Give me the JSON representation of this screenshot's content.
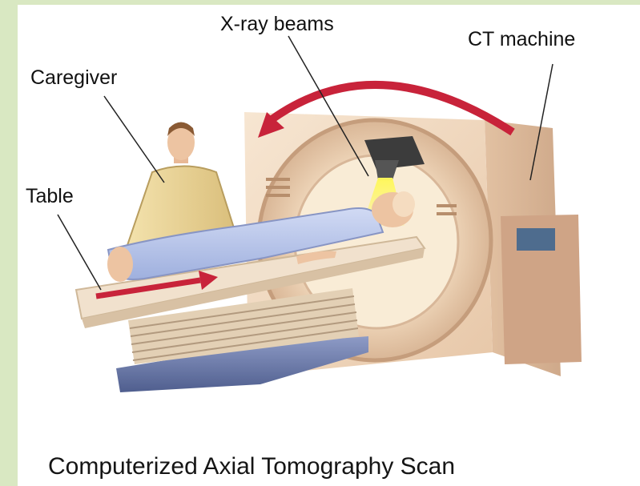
{
  "labels": {
    "xray_beams": "X-ray beams",
    "ct_machine": "CT machine",
    "caregiver": "Caregiver",
    "table": "Table"
  },
  "caption": "Computerized Axial Tomography Scan",
  "colors": {
    "background_frame": "#d9e8c2",
    "machine_body": "#f0d8c0",
    "rotation_arrow": "#c8233a",
    "xray_beam": "#fff04a",
    "table_top": "#f1e1cd",
    "table_base": "#6f7fae",
    "caregiver_coat": "#efd89a",
    "patient_gown": "#bcc8ea"
  },
  "icons": [
    "rotation-arrow-icon",
    "table-movement-arrow-icon"
  ]
}
